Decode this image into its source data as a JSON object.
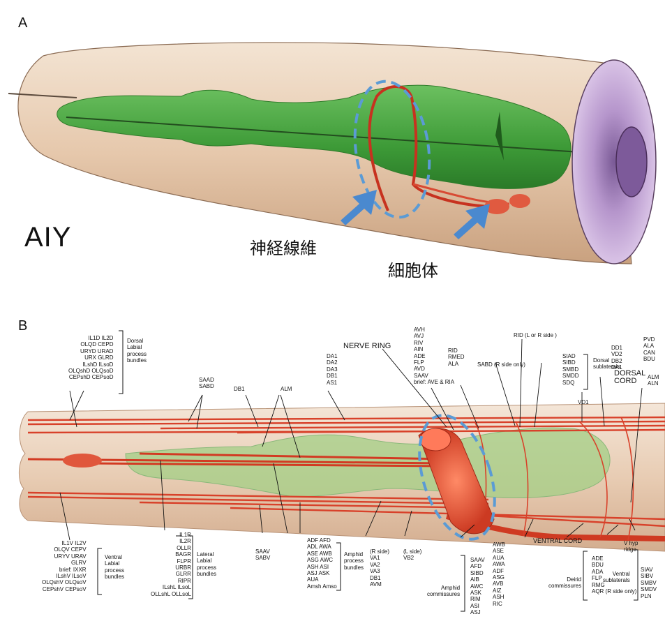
{
  "panel_a": {
    "letter": "A",
    "neuron": "AIY",
    "fiber_label": "神経線維",
    "soma_label": "細胞体",
    "colors": {
      "body": "#e7cbb1",
      "pharynx": "#3f9b3a",
      "neuron": "#d63a25",
      "highlight": "#5b9bd5",
      "arrow": "#4a89cf",
      "mouth": "#c8a6d8"
    }
  },
  "panel_b": {
    "letter": "B",
    "titles": {
      "nerve_ring": "NERVE RING",
      "dorsal_cord": "DORSAL\nCORD",
      "ventral_cord": "VENTRAL CORD"
    },
    "labels": {
      "dorsal_labial_names": "IL1D IL2D\nOLQD CEPD\nURYD URAD\nURX GLRD\nILshD ILsoD\nOLQshD OLQsoD\nCEPshD CEPsoD",
      "dorsal_labial_desc": "Dorsal\nLabial\nprocess\nbundles",
      "saad": "SAAD\nSABD",
      "db1": "DB1",
      "alm": "ALM",
      "da_group": "DA1\nDA2\nDA3\nDB1\nAS1",
      "nerve_ring_list": "AVH\nAVJ\nRIV\nAIN\nADE\nFLP\nAVD\nSAAV\nbrief: AVE & RIA",
      "rid_rmed": "RID\nRMED\nALA",
      "sabd_r": "SABD (R side only)",
      "rid_lr": "RID (L or R side )",
      "siad": "SIAD\nSIBD\nSMBD\nSMDD\nSDQ",
      "dorsal_sub": "Dorsal\nsublaterals",
      "vd1": "VD1",
      "dd_group": "DD1\nVD2\nDB2\nDA1",
      "pvd": "PVD\nALA\nCAN\nBDU",
      "alm_aln": "ALM\nALN",
      "ventral_labial_names": "IL1V IL2V\nOLQV CEPV\nURYV URAV\nGLRV\nbrief: IXXR\nILshV ILsoV\nOLQshV OLQsoV\nCEPshV CEPsoV",
      "ventral_labial_desc": "Ventral\nLabial\nprocess\nbundles",
      "lateral_names": "IL1R\nIL2R\nOLLR\nBAGR\nFLPR\nURBR\nGLRR\nRIPR\nILshL ILsoL\nOLLshL OLLsoL",
      "lateral_desc": "Lateral\nLabial\nprocess\nbundles",
      "saav": "SAAV\nSABV",
      "amphid_names": "ADF AFD\nADL AWA\nASE AWB\nASG AWC\nASH ASI\nASJ ASK\nAUA\nAmsh Amso",
      "amphid_desc": "Amphid\nprocess\nbundles",
      "r_side": "(R side)\nVA1\nVA2\nVA3\nDB1\nAVM",
      "l_side": "(L side)\nVB2",
      "comm_names_1": "SAAV\nAFD\nSIBD\nAIB\nAWC\nASK\nRIM\nASI\nASJ",
      "amphid_comm": "Amphid\ncommissures",
      "comm_names_2": "AWB\nASE\nAUA\nAWA\nADF\nASG\nAVB\nAIZ\nASH\nRIC",
      "deirid_names": "ADE\nBDU\nADA\nFLP\nRMG\nAQR (R side only)",
      "deirid_comm": "Deirid\ncommissures",
      "v_hyp": "V hyp\nridge",
      "ventral_sub_names": "SIAV\nSIBV\nSMBV\nSMDV\nPLN",
      "ventral_sub": "Ventral\nsublaterals"
    }
  }
}
